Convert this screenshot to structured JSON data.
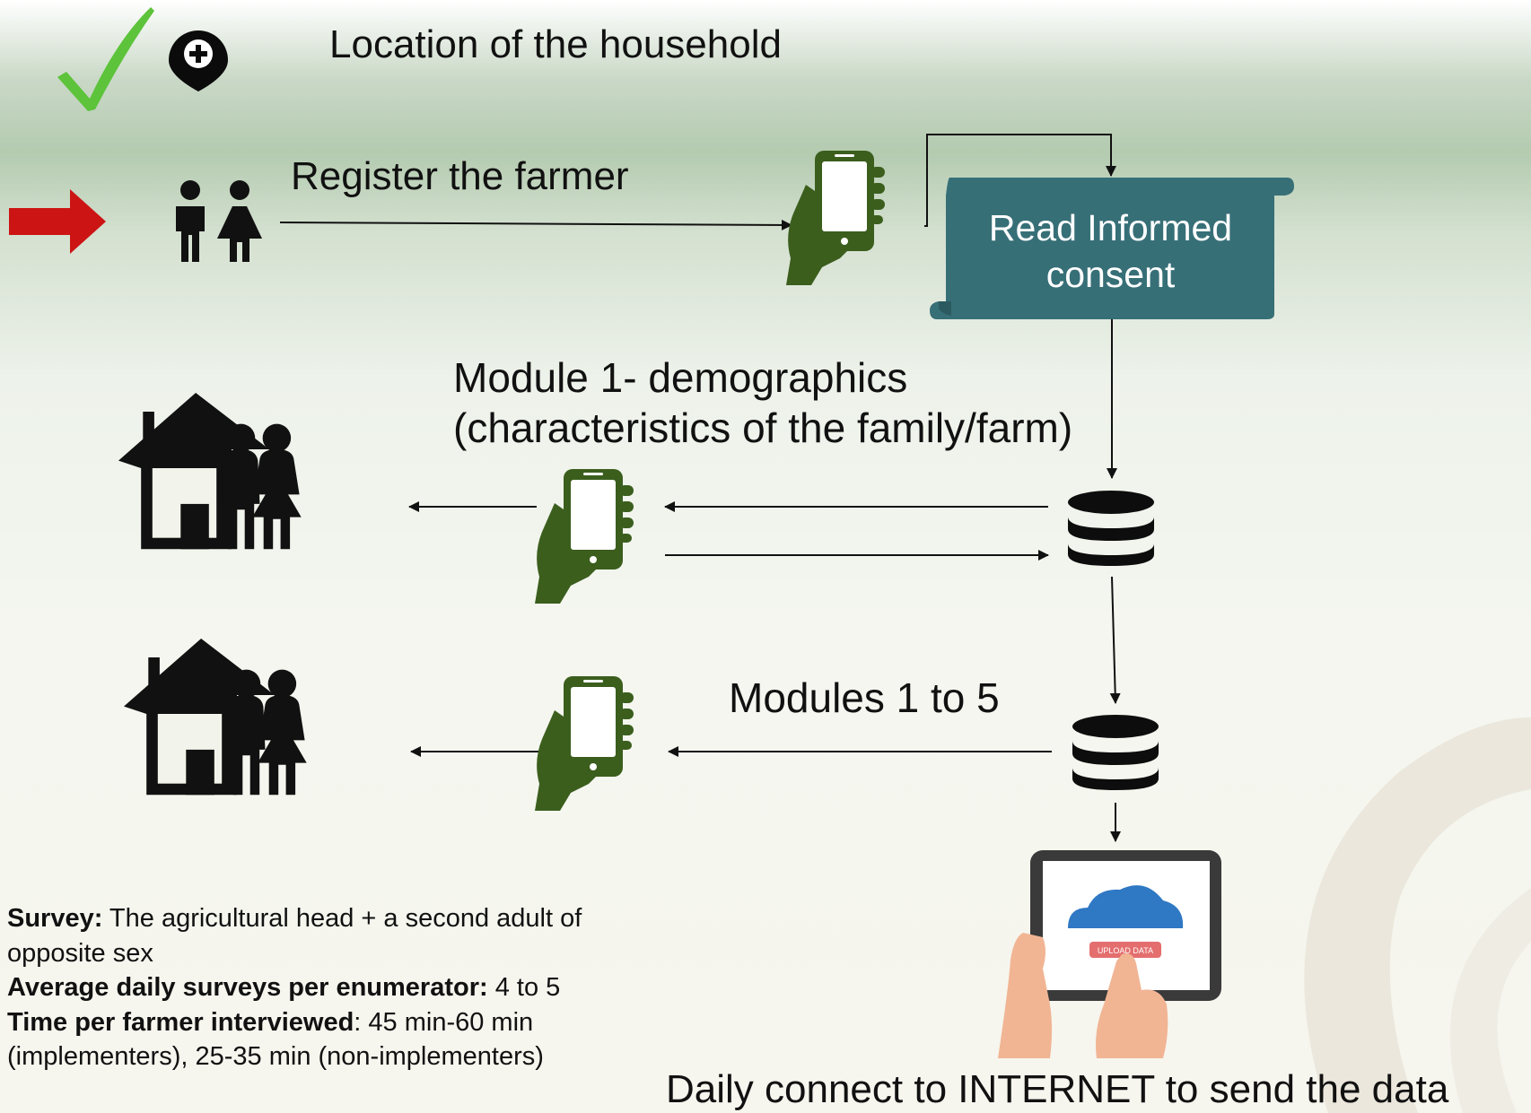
{
  "colors": {
    "check": "#5cc33a",
    "red_arrow": "#cc1414",
    "phone_hand": "#3b5e1d",
    "scroll": "#376f77",
    "cloud": "#2f78c4",
    "upload_button": "#e46e6e",
    "skin": "#f1b594"
  },
  "labels": {
    "location": "Location of the household",
    "register": "Register the farmer",
    "consent": "Read Informed consent",
    "module1_line1": "Module 1- demographics",
    "module1_line2": "(characteristics of the family/farm)",
    "modules": "Modules 1 to 5",
    "daily": "Daily connect to INTERNET to send the data",
    "upload": "UPLOAD DATA"
  },
  "notes": {
    "survey_label": "Survey:",
    "survey_value": " The agricultural head + a second adult of",
    "survey_value_cont": "opposite sex",
    "avg_label": "Average daily surveys per enumerator:",
    "avg_value": " 4 to 5",
    "time_label": "Time per farmer interviewed",
    "time_value": ": 45 min-60 min",
    "time_value_cont": "(implementers), 25-35 min (non-implementers)"
  }
}
